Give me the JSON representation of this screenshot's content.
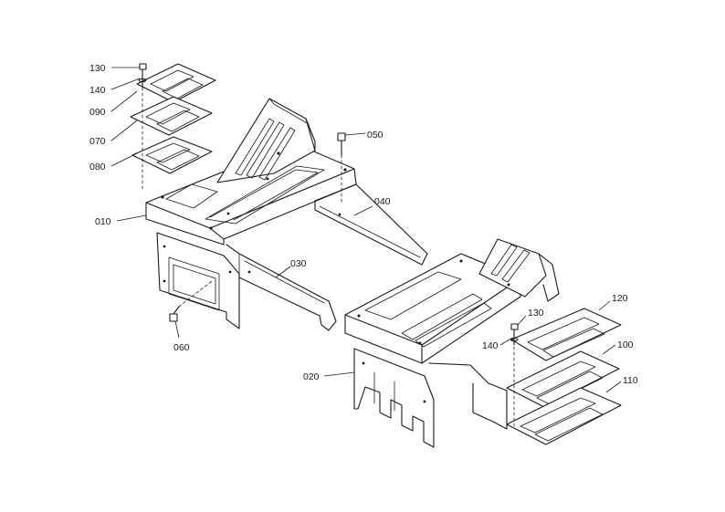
{
  "callouts": [
    {
      "id": "c010",
      "text": "010"
    },
    {
      "id": "c020",
      "text": "020"
    },
    {
      "id": "c030",
      "text": "030"
    },
    {
      "id": "c040",
      "text": "040"
    },
    {
      "id": "c050",
      "text": "050"
    },
    {
      "id": "c060",
      "text": "060"
    },
    {
      "id": "c070",
      "text": "070"
    },
    {
      "id": "c080",
      "text": "080"
    },
    {
      "id": "c090",
      "text": "090"
    },
    {
      "id": "c100",
      "text": "100"
    },
    {
      "id": "c110",
      "text": "110"
    },
    {
      "id": "c120",
      "text": "120"
    },
    {
      "id": "c130a",
      "text": "130"
    },
    {
      "id": "c140a",
      "text": "140"
    },
    {
      "id": "c130b",
      "text": "130"
    },
    {
      "id": "c140b",
      "text": "140"
    }
  ]
}
